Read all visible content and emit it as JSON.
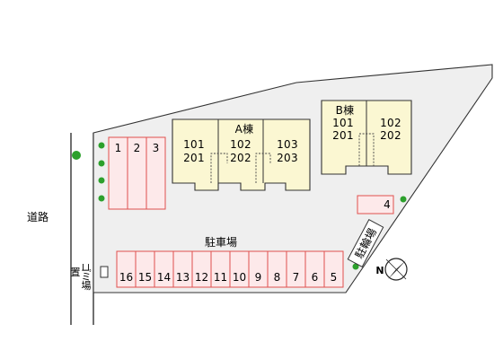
{
  "road_label": "道路",
  "trash_label_chars": [
    "ゴ",
    "ミ",
    "置",
    "場"
  ],
  "parking_label": "駐車場",
  "bike_label": "駐輪場",
  "compass_letter": "N",
  "colors": {
    "parking_stroke": "#e0504e",
    "parking_fill": "#fde9ea",
    "building_fill": "#fbf7d2",
    "lot_fill": "#efefef",
    "tree": "#2ca02c"
  },
  "building_a": {
    "name": "A棟",
    "upper_rooms": [
      "101",
      "102",
      "103"
    ],
    "lower_rooms": [
      "201",
      "202",
      "203"
    ]
  },
  "building_b": {
    "name": "B棟",
    "upper_rooms": [
      "101",
      "102"
    ],
    "lower_rooms": [
      "201",
      "202"
    ]
  },
  "parking_left": [
    "1",
    "2",
    "3"
  ],
  "parking_single": "4",
  "parking_bottom": [
    "16",
    "15",
    "14",
    "13",
    "12",
    "11",
    "10",
    "9",
    "8",
    "7",
    "6",
    "5"
  ]
}
